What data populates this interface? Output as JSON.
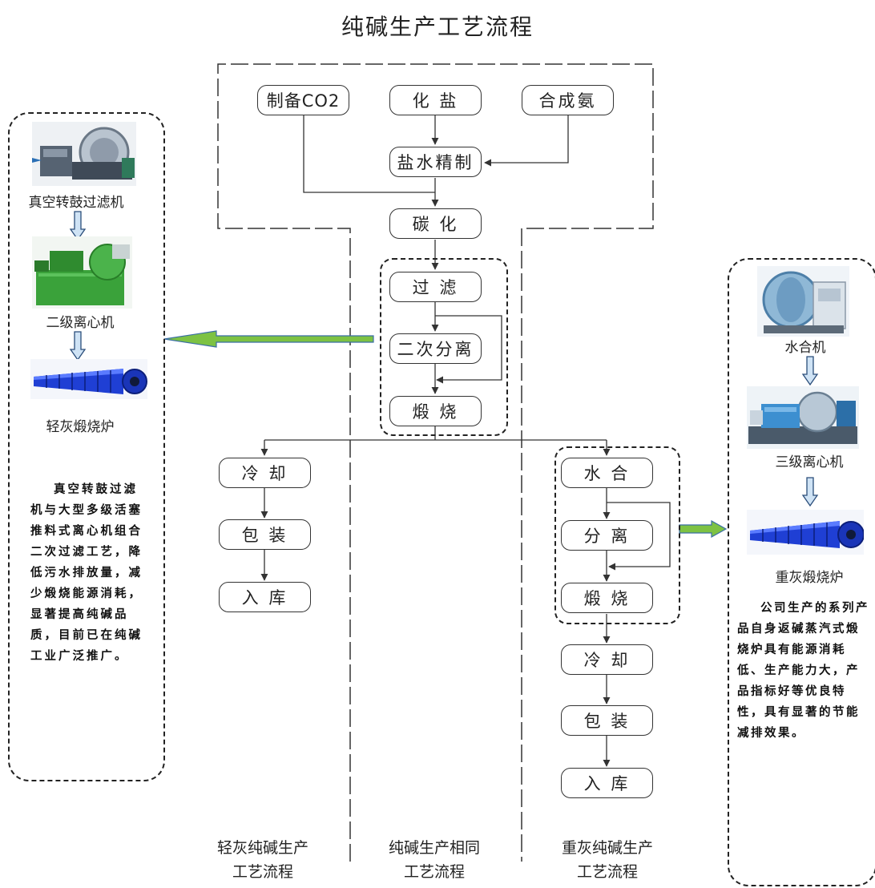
{
  "title": "纯碱生产工艺流程",
  "colors": {
    "line": "#333333",
    "arrow_fill": "#7dc243",
    "arrow_outline": "#3a6ea5",
    "blue_arrow": "#cfe3f5",
    "furnace_blue": "#1f3fd4",
    "centrifuge_green": "#3aa23a"
  },
  "top_steps": {
    "co2": "制备CO2",
    "salt": "化 盐",
    "ammonia": "合成氨",
    "brine": "盐水精制",
    "carbonize": "碳 化",
    "filter": "过 滤",
    "second_sep": "二次分离",
    "calcine": "煅 烧"
  },
  "light_steps": {
    "cool": "冷 却",
    "pack": "包 装",
    "store": "入 库"
  },
  "heavy_steps": {
    "hydrate": "水 合",
    "separate": "分 离",
    "calcine": "煅 烧",
    "cool": "冷 却",
    "pack": "包 装",
    "store": "入 库"
  },
  "left_panel": {
    "machines": [
      {
        "label": "真空转鼓过滤机",
        "icon": "vacuum-drum-filter-image"
      },
      {
        "label": "二级离心机",
        "icon": "two-stage-centrifuge-image"
      },
      {
        "label": "轻灰煅烧炉",
        "icon": "light-ash-calciner-image"
      }
    ],
    "description": "真空转鼓过滤机与大型多级活塞推料式离心机组合二次过滤工艺，降低污水排放量，减少煅烧能源消耗，显著提高纯碱品质，目前已在纯碱工业广泛推广。"
  },
  "right_panel": {
    "machines": [
      {
        "label": "水合机",
        "icon": "hydrator-image"
      },
      {
        "label": "三级离心机",
        "icon": "three-stage-centrifuge-image"
      },
      {
        "label": "重灰煅烧炉",
        "icon": "heavy-ash-calciner-image"
      }
    ],
    "description": "公司生产的系列产品自身返碱蒸汽式煅烧炉具有能源消耗低、生产能力大，产品指标好等优良特性，具有显著的节能减排效果。"
  },
  "column_labels": {
    "light_1": "轻灰纯碱生产",
    "light_2": "工艺流程",
    "common_1": "纯碱生产相同",
    "common_2": "工艺流程",
    "heavy_1": "重灰纯碱生产",
    "heavy_2": "工艺流程"
  }
}
